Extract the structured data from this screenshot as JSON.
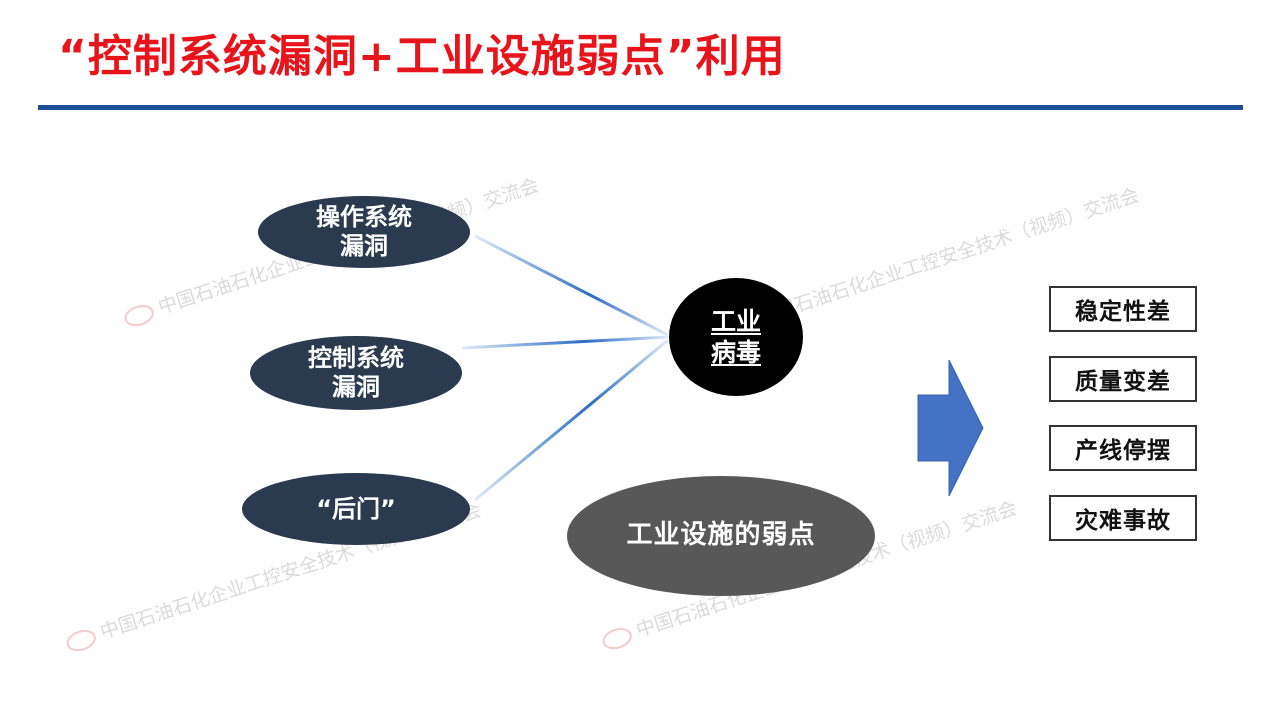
{
  "title": "“控制系统漏洞+工业设施弱点”利用",
  "sources": [
    {
      "id": "os-vuln",
      "line1": "操作系统",
      "line2": "漏洞"
    },
    {
      "id": "ctrl-vuln",
      "line1": "控制系统",
      "line2": "漏洞"
    },
    {
      "id": "backdoor",
      "line1": "“后门”",
      "line2": ""
    }
  ],
  "virus": {
    "line1": "工业",
    "line2": "病毒"
  },
  "weakness": "工业设施的弱点",
  "consequences": [
    "稳定性差",
    "质量变差",
    "产线停摆",
    "灾难事故"
  ],
  "watermark": "中国石油石化企业工控安全技术（视频）交流会",
  "colors": {
    "title": "#e8141b",
    "rule": "#1e4e94",
    "node": "#2c3a4f",
    "arrow": "#4472c4"
  }
}
